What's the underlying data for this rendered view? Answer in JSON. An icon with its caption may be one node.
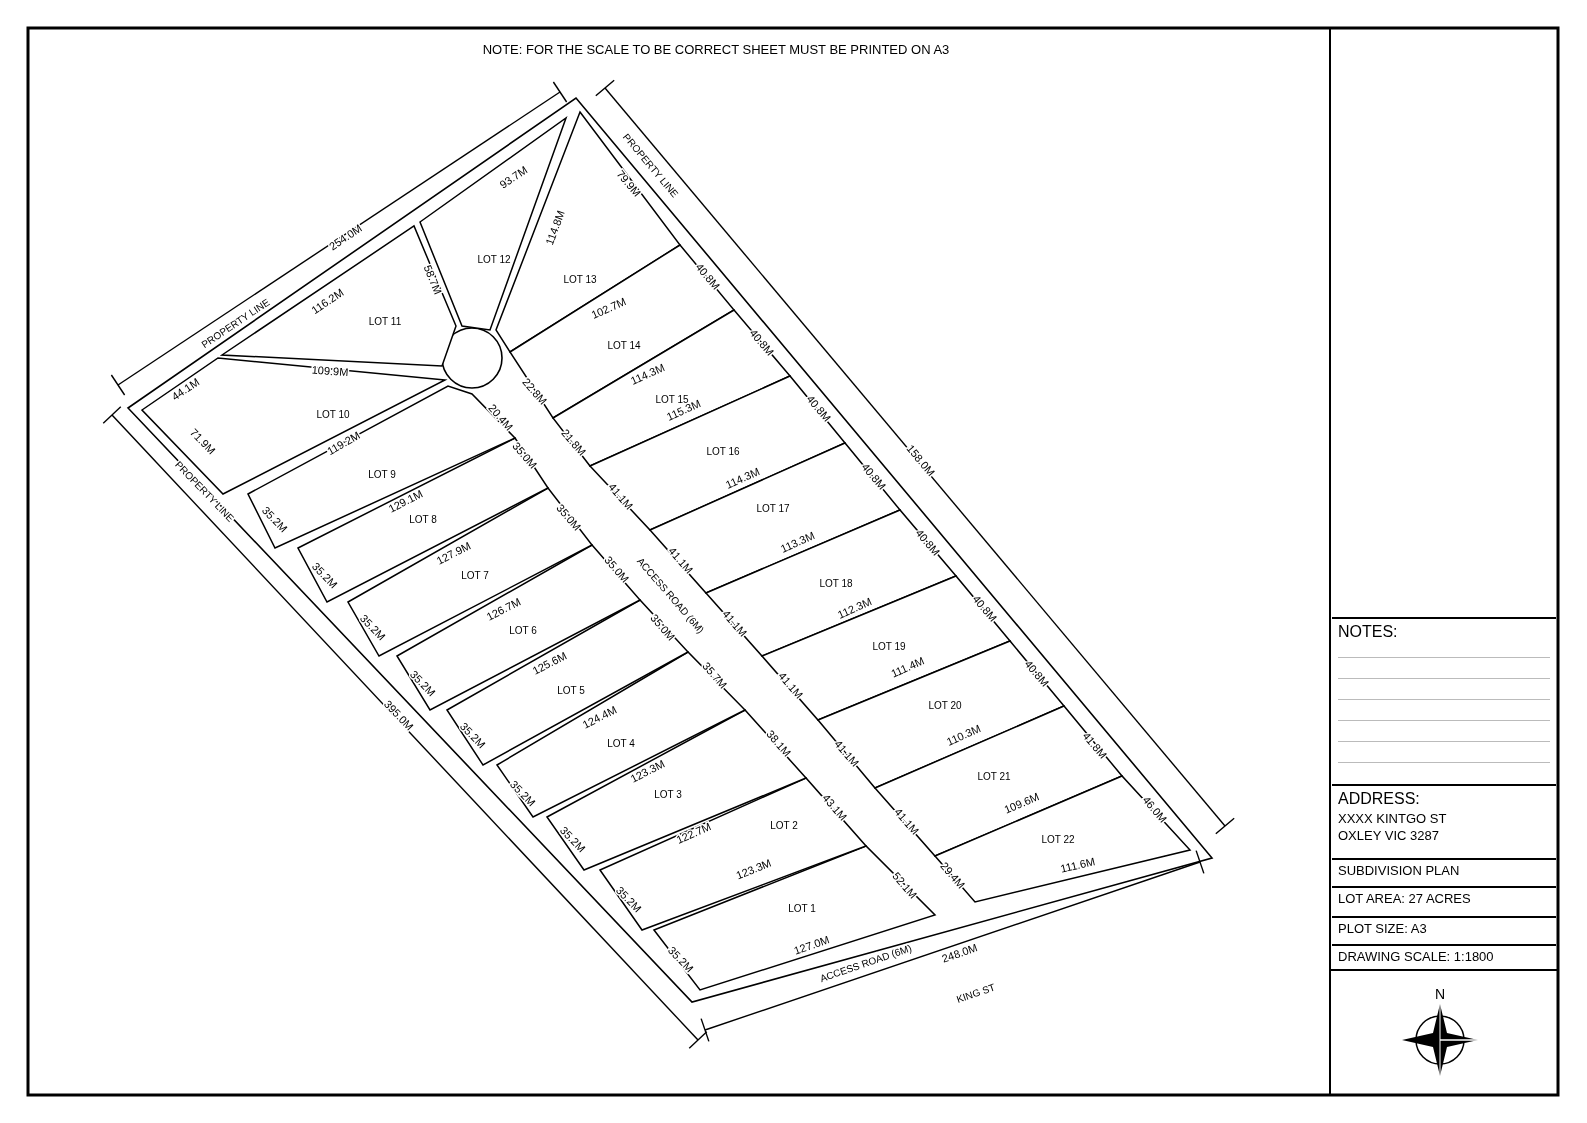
{
  "diagram": {
    "nodes": [
      {
        "text": [
          "LOT 1"
        ]
      },
      {
        "text": [
          "LOT 2"
        ]
      },
      {
        "text": [
          "LOT 3"
        ]
      },
      {
        "text": [
          "LOT 4"
        ]
      },
      {
        "text": [
          "LOT 5"
        ]
      },
      {
        "text": [
          "LOT 6"
        ]
      },
      {
        "text": [
          "LOT 7"
        ]
      },
      {
        "text": [
          "LOT 8"
        ]
      },
      {
        "text": [
          "LOT 9"
        ]
      },
      {
        "text": [
          "LOT 10"
        ]
      },
      {
        "text": [
          "LOT 11"
        ]
      },
      {
        "text": [
          "LOT 12"
        ]
      },
      {
        "text": [
          "LOT 13"
        ]
      },
      {
        "text": [
          "LOT 14"
        ]
      },
      {
        "text": [
          "LOT 15"
        ]
      },
      {
        "text": [
          "LOT 16"
        ]
      },
      {
        "text": [
          "LOT 17"
        ]
      },
      {
        "text": [
          "LOT 18"
        ]
      },
      {
        "text": [
          "LOT 19"
        ]
      },
      {
        "text": [
          "LOT 20"
        ]
      },
      {
        "text": [
          "LOT 21"
        ]
      },
      {
        "text": [
          "LOT 22"
        ]
      },
      {
        "text": [
          "NOTES:"
        ]
      },
      {
        "text": [
          "ADDRESS:",
          "XXXX KINTGO ST OXLEY VIC 3287"
        ]
      },
      {
        "text": [
          "SUBDIVISION PLAN"
        ]
      },
      {
        "text": [
          "LOT AREA: 27 ACRES"
        ]
      },
      {
        "text": [
          "PLOT SIZE: A3"
        ]
      },
      {
        "text": [
          "DRAWING SCALE: 1:1800"
        ]
      }
    ],
    "labels": [
      "NOTE: FOR THE SCALE TO BE CORRECT SHEET MUST BE PRINTED ON A3",
      "254.0M",
      "PROPERTY LINE",
      "93.7M",
      "PROPERTY LINE",
      "79.9M",
      "114.8M",
      "58.7M",
      "116.2M",
      "102.7M",
      "40.8M",
      "109.9M",
      "44.1M",
      "22.8M",
      "40.8M",
      "114.3M",
      "115.3M",
      "21.8M",
      "71.9M",
      "PROPERTY LINE",
      "119.2M",
      "20.4M",
      "35.0M",
      "40.8M",
      "158.0M",
      "41.1M",
      "114.3M",
      "35.2M",
      "129.1M",
      "35.0M",
      "40.8M",
      "41.1M",
      "113.3M",
      "35.2M",
      "127.9M",
      "35.0M",
      "ACCESS ROAD (6M)",
      "40.8M",
      "41.1M",
      "112.3M",
      "35.2M",
      "126.7M",
      "35.0M",
      "40.8M",
      "41.1M",
      "111.4M",
      "35.2M",
      "125.6M",
      "35.7M",
      "395.0M",
      "40.8M",
      "41.1M",
      "110.3M",
      "35.2M",
      "124.4M",
      "38.1M",
      "41.8M",
      "41.1M",
      "35.2M",
      "123.3M",
      "43.1M",
      "109.6M",
      "46.0M",
      "122.7M",
      "29.4M",
      "35.2M",
      "123.3M",
      "52.1M",
      "111.6M",
      "35.2M",
      "35.2M",
      "127.0M",
      "ACCESS ROAD (6M)",
      "248.0M",
      "KING ST",
      "N"
    ]
  }
}
